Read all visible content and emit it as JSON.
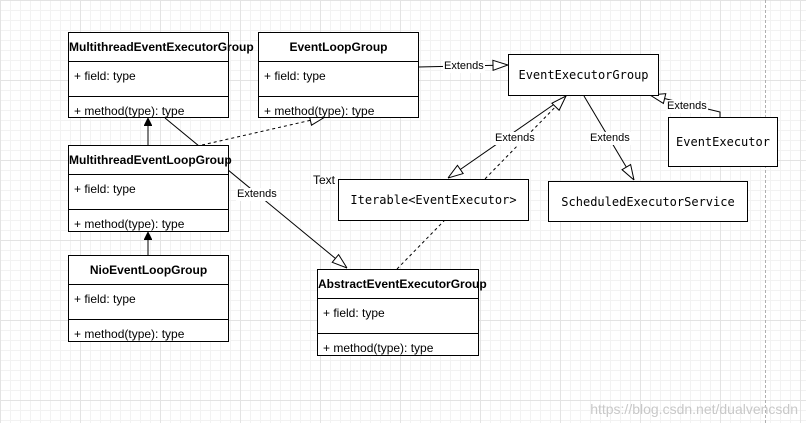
{
  "classes": {
    "multithread_event_executor_group": {
      "name": "MultithreadEventExecutorGroup",
      "field": "+ field: type",
      "method": "+ method(type): type"
    },
    "event_loop_group": {
      "name": "EventLoopGroup",
      "field": "+ field: type",
      "method": "+ method(type): type"
    },
    "multithread_event_loop_group": {
      "name": "MultithreadEventLoopGroup",
      "field": "+ field: type",
      "method": "+ method(type): type"
    },
    "nio_event_loop_group": {
      "name": "NioEventLoopGroup",
      "field": "+ field: type",
      "method": "+ method(type): type"
    },
    "abstract_event_executor_group": {
      "name": "AbstractEventExecutorGroup",
      "field": "+ field: type",
      "method": "+ method(type): type"
    }
  },
  "interfaces": {
    "event_executor_group": "EventExecutorGroup",
    "event_executor": "EventExecutor",
    "iterable_event_executor": "Iterable<EventExecutor>",
    "scheduled_executor_service": "ScheduledExecutorService"
  },
  "edge_labels": {
    "e1": "Extends",
    "e2": "Extends",
    "e3": "Extends",
    "e4": "Extends",
    "e5": "Extends"
  },
  "text_label": "Text",
  "watermark": "https://blog.csdn.net/dualvencsdn"
}
